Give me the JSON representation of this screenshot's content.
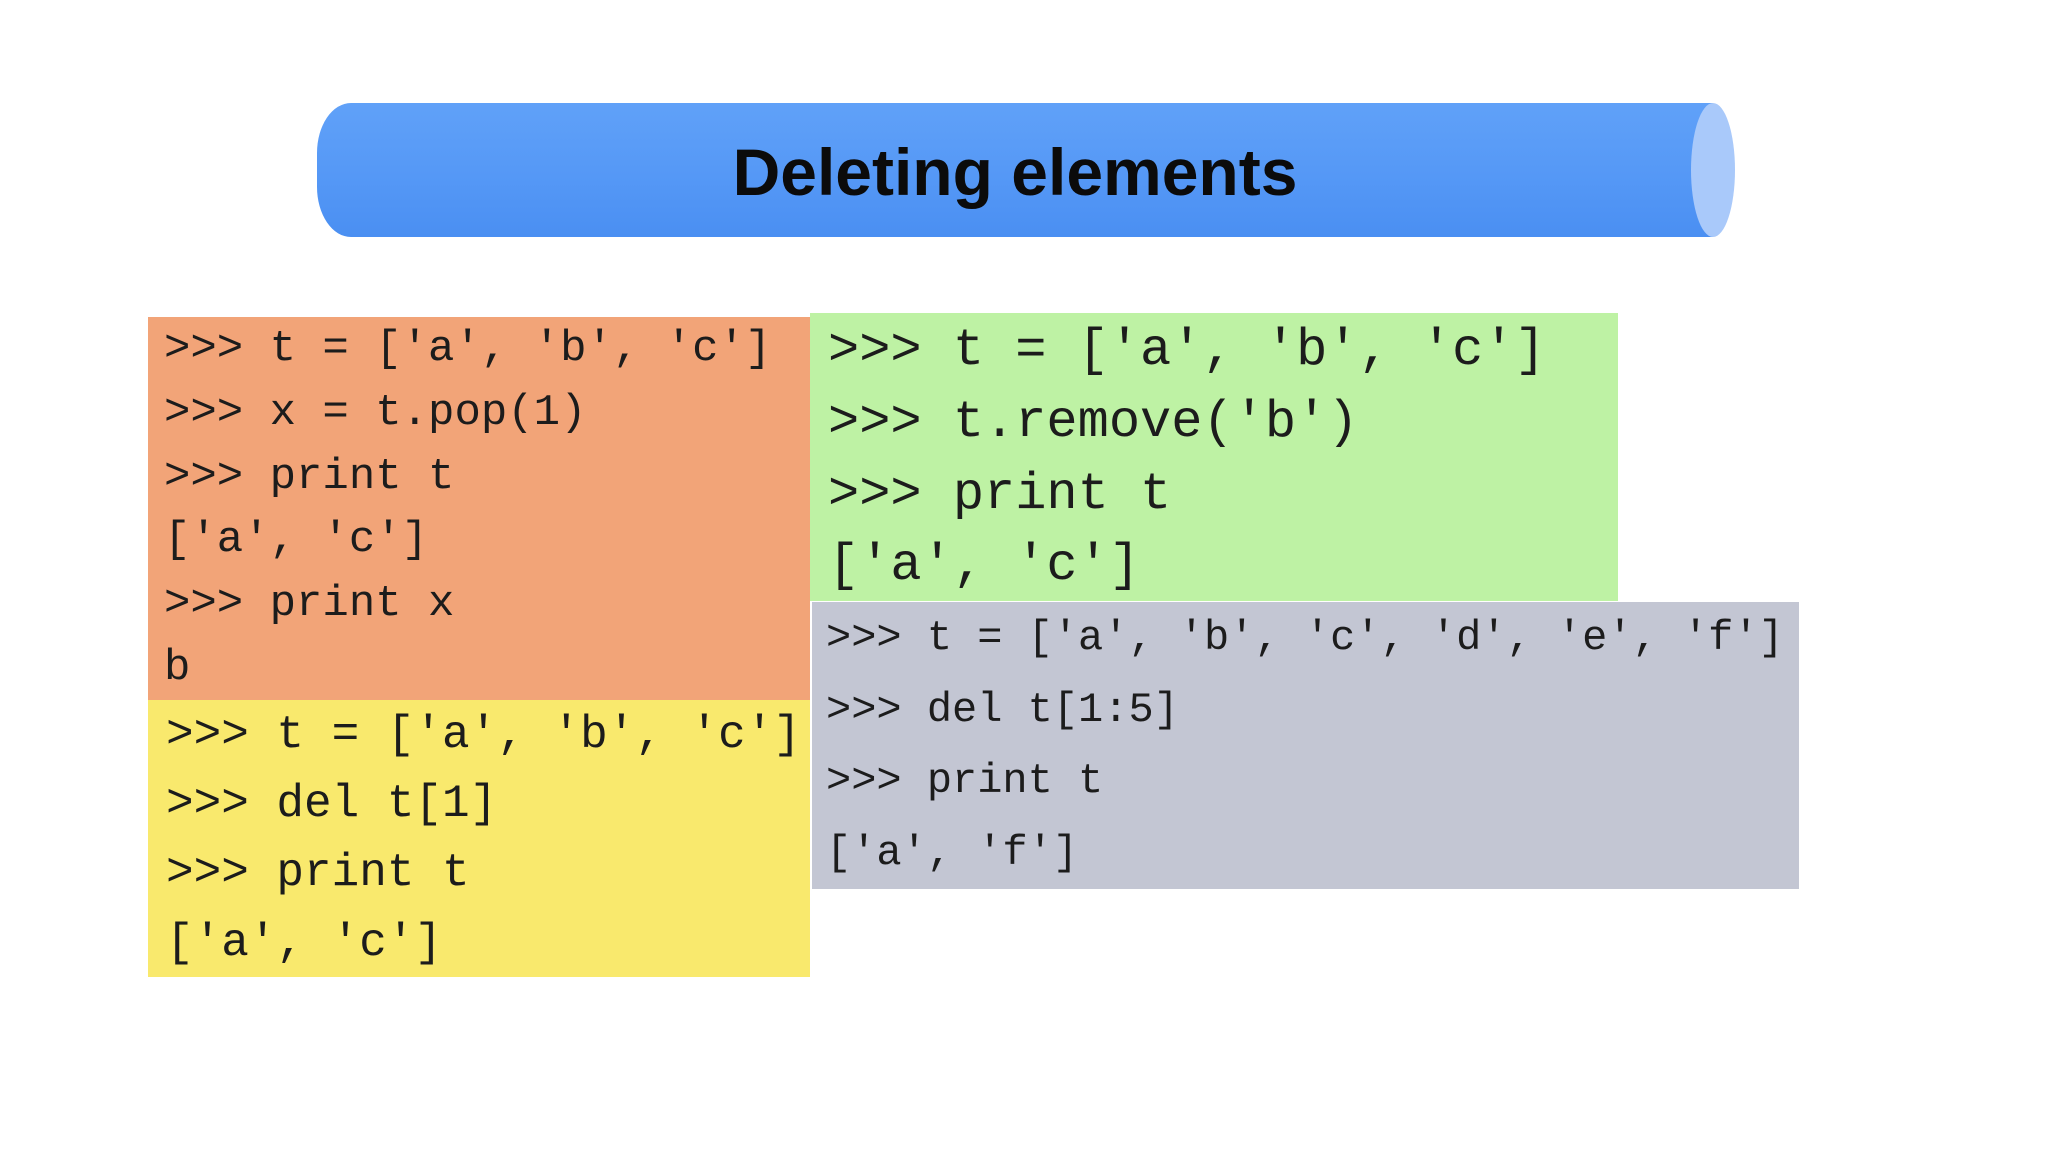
{
  "slide": {
    "title": "Deleting elements",
    "colors": {
      "background": "#ffffff",
      "banner_body": "#5598f6",
      "banner_cap": "#a9c9fa",
      "code_text": "#1c1c1c",
      "pop_block": "#f2a478",
      "remove_block": "#bef2a4",
      "del_index_block": "#f9e96d",
      "del_slice_block": "#c3c6d3"
    }
  },
  "code_blocks": {
    "pop": {
      "label": "pop example",
      "background": "#f2a478",
      "lines": [
        ">>> t = ['a', 'b', 'c']",
        ">>> x = t.pop(1)",
        ">>> print t",
        "['a', 'c']",
        ">>> print x",
        "b"
      ]
    },
    "remove": {
      "label": "remove example",
      "background": "#bef2a4",
      "lines": [
        ">>> t = ['a', 'b', 'c']",
        ">>> t.remove('b')",
        ">>> print t",
        "['a', 'c']"
      ]
    },
    "del_index": {
      "label": "del by index example",
      "background": "#f9e96d",
      "lines": [
        ">>> t = ['a', 'b', 'c']",
        ">>> del t[1]",
        ">>> print t",
        "['a', 'c']"
      ]
    },
    "del_slice": {
      "label": "del slice example",
      "background": "#c3c6d3",
      "lines": [
        ">>> t = ['a', 'b', 'c', 'd', 'e', 'f']",
        ">>> del t[1:5]",
        ">>> print t",
        "['a', 'f']"
      ]
    }
  }
}
